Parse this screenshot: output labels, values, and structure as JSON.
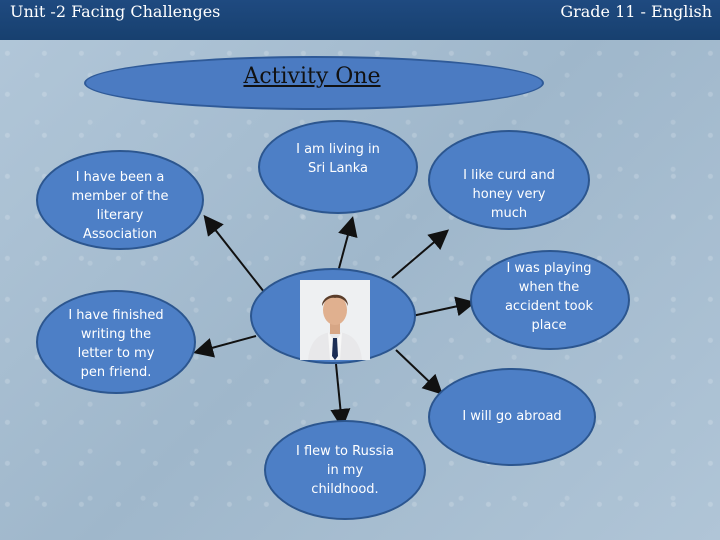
{
  "header": {
    "left": "Unit -2  Facing Challenges",
    "right": "Grade 11 - English"
  },
  "title": "Activity One",
  "nodes": {
    "literary": "I have been a member of the literary Association",
    "srilanka": "I am living in Sri Lanka",
    "curd": "I like curd and honey very much",
    "playing": "I was playing when the accident took place",
    "letter": "I have finished writing the letter to my pen friend.",
    "abroad": "I will go abroad",
    "russia": "I flew to Russia in my childhood."
  },
  "colors": {
    "header_bar": "#1f4a80",
    "oval_fill": "#4d7fc6",
    "background": "#a9c0d3"
  }
}
